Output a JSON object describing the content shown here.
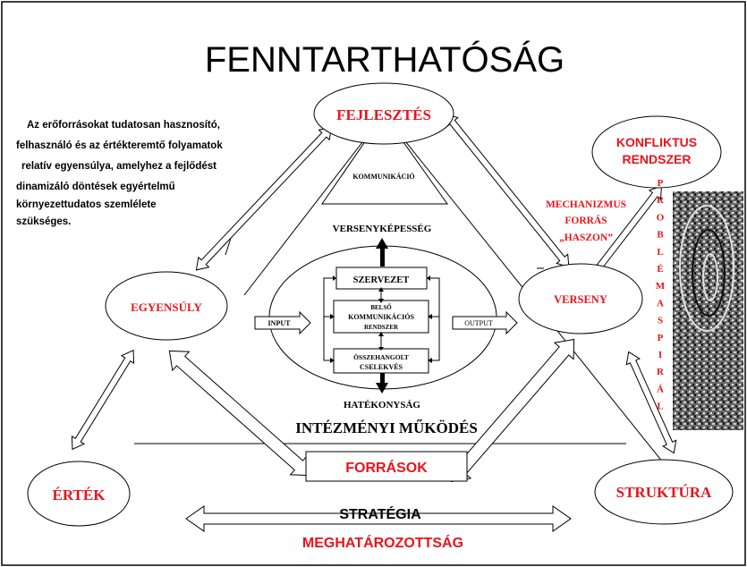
{
  "title": "FENNTARTHATÓSÁG",
  "description_lines": [
    "Az erőforrásokat tudatosan hasznosító,",
    "felhasználó és az értékteremtő folyamatok",
    "relatív egyensúlya, amelyhez a fejlődést",
    "dinamizáló döntések egyértelmű",
    "környezettudatos szemlélete",
    "szükséges."
  ],
  "nodes": {
    "fejlesztes": "FEJLESZTÉS",
    "egyensuly": "EGYENSÚLY",
    "verseny": "VERSENY",
    "ertek": "ÉRTÉK",
    "struktura": "STRUKTÚRA",
    "konfliktus_line1": "KONFLIKTUS",
    "konfliktus_line2": "RENDSZER"
  },
  "triangle": {
    "kommunikacio": "KOMMUNIKÁCIÓ",
    "versenykepesseg": "VERSENYKÉPESSÉG",
    "hatekonysag": "HATÉKONYSÁG"
  },
  "inner_boxes": {
    "szervezet": "SZERVEZET",
    "belso_line1": "BELSŐ",
    "belso_line2": "KOMMUNIKÁCIÓS",
    "belso_line3": "RENDSZER",
    "osszehangolt_line1": "ÖSSZEHANGOLT",
    "osszehangolt_line2": "CSELEKVÉS"
  },
  "io": {
    "input": "INPUT",
    "output": "OUTPUT"
  },
  "mechanizmus": {
    "line1": "MECHANIZMUS",
    "line2": "FORRÁS",
    "line3": "„HASZON”"
  },
  "problemaspiral_letters": [
    "P",
    "R",
    "O",
    "B",
    "L",
    "É",
    "M",
    "A",
    "S",
    "P",
    "I",
    "R",
    "Á",
    "L"
  ],
  "intezmenyi": "INTÉZMÉNYI MŰKÖDÉS",
  "forrasok": "FORRÁSOK",
  "strategia": "STRATÉGIA",
  "meghatarozottsag": "MEGHATÁROZOTTSÁG",
  "colors": {
    "accent_red": "#e8141c",
    "ink": "#000000",
    "background": "#ffffff"
  }
}
